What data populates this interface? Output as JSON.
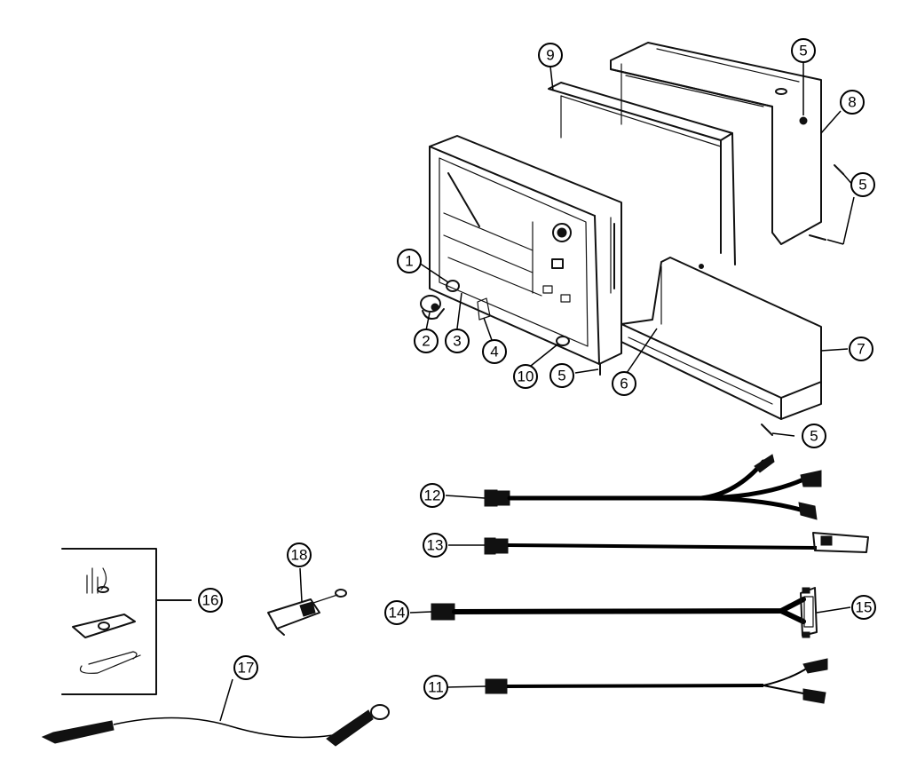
{
  "callouts": [
    {
      "id": "1",
      "label": "1"
    },
    {
      "id": "2",
      "label": "2"
    },
    {
      "id": "3",
      "label": "3"
    },
    {
      "id": "4",
      "label": "4"
    },
    {
      "id": "5a",
      "label": "5"
    },
    {
      "id": "5b",
      "label": "5"
    },
    {
      "id": "5c",
      "label": "5"
    },
    {
      "id": "5d",
      "label": "5"
    },
    {
      "id": "6",
      "label": "6"
    },
    {
      "id": "7",
      "label": "7"
    },
    {
      "id": "8",
      "label": "8"
    },
    {
      "id": "9",
      "label": "9"
    },
    {
      "id": "10",
      "label": "10"
    },
    {
      "id": "11",
      "label": "11"
    },
    {
      "id": "12",
      "label": "12"
    },
    {
      "id": "13",
      "label": "13"
    },
    {
      "id": "14",
      "label": "14"
    },
    {
      "id": "15",
      "label": "15"
    },
    {
      "id": "16",
      "label": "16"
    },
    {
      "id": "17",
      "label": "17"
    },
    {
      "id": "18",
      "label": "18"
    }
  ],
  "colors": {
    "ink": "#111111",
    "background": "#ffffff"
  }
}
